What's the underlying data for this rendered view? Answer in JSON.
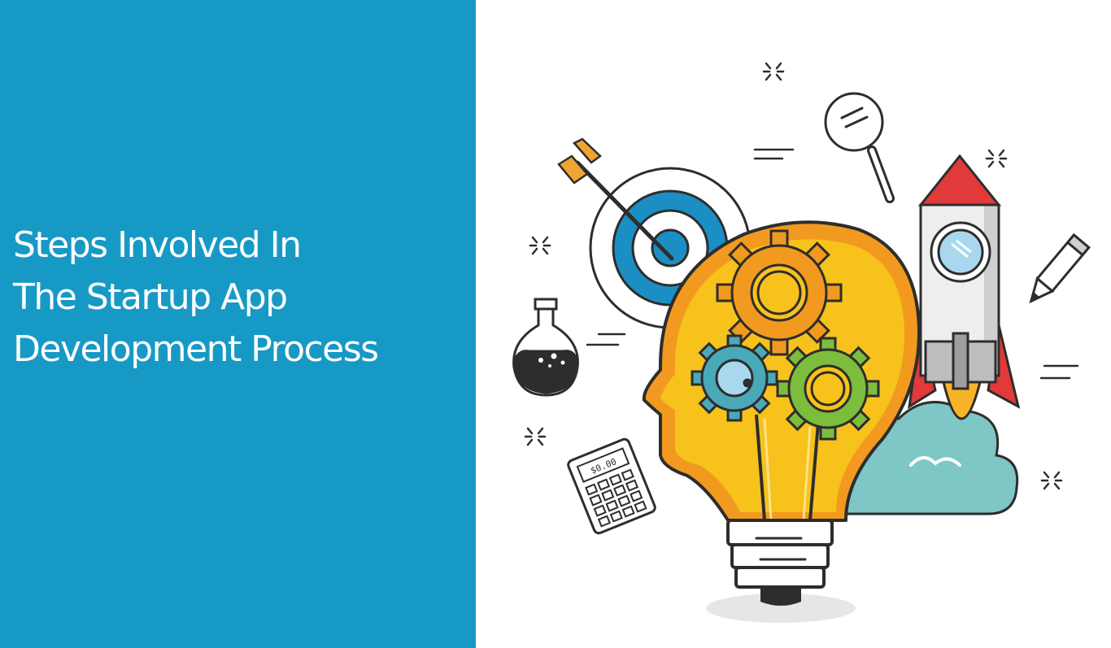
{
  "banner": {
    "title_lines": [
      "Steps Involved In",
      "The Startup App",
      "Development Process"
    ],
    "background_color": "#1799c6",
    "title_color": "#ffffff"
  },
  "illustration": {
    "icons": [
      "target-arrow-icon",
      "magnifier-icon",
      "rocket-icon",
      "pencil-icon",
      "flask-icon",
      "lightbulb-head-icon",
      "gears-icon",
      "cloud-icon",
      "calculator-icon",
      "sparkle-icon"
    ],
    "calculator_display": "$0.00"
  }
}
